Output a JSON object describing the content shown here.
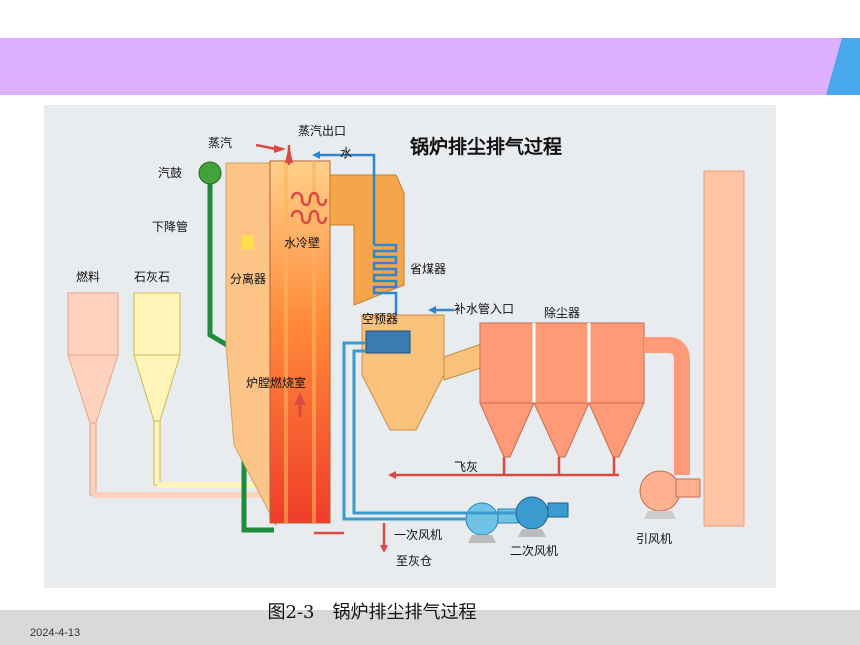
{
  "slide": {
    "date": "2024-4-13",
    "caption": "图2-3　锅炉排尘排气过程"
  },
  "diagram": {
    "title": "锅炉排尘排气过程",
    "labels": {
      "steam": "蒸汽",
      "steam_outlet": "蒸汽出口",
      "water": "水",
      "drum": "汽鼓",
      "downcomer": "下降管",
      "fuel": "燃料",
      "limestone": "石灰石",
      "water_wall": "水冷壁",
      "separator": "分离器",
      "economizer": "省煤器",
      "feedwater_inlet": "补水管入口",
      "air_preheater": "空预器",
      "dust_collector": "除尘器",
      "furnace": "炉膛燃烧室",
      "fly_ash": "飞灰",
      "primary_fan": "一次风机",
      "secondary_fan": "二次风机",
      "induced_fan": "引风机",
      "to_ash_bin": "至灰仓"
    }
  }
}
